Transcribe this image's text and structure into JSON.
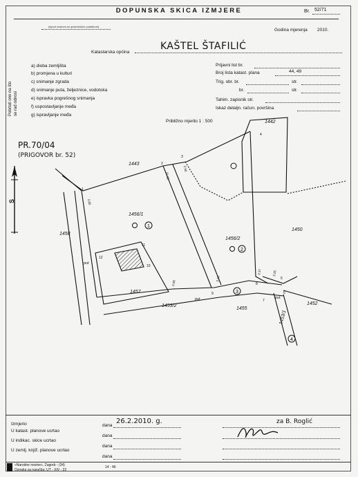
{
  "header": {
    "title": "DOPUNSKA SKICA IZMJERE",
    "br_label": "Br.",
    "br_value": "52/71",
    "caption": "(ispod naslova se gotovinskim podatkom)",
    "godina_label": "Godina mjerenja",
    "godina_value": "2010.",
    "katastarska_label": "Katastarska općina",
    "katastarska_value": "KAŠTEL ŠTAFILIĆ"
  },
  "sidebar_vertical": [
    "Pobrtati ono na što",
    "se rad odnosi"
  ],
  "purposes": [
    "a) dioba zemljišta",
    "b) promjena u kulturi",
    "c) snimanje zgrada",
    "d) snimanje puta, željeznice, vodotoka",
    "e) ispravka pogrešnog snimanja",
    "f) uspostavljanje međa",
    "g) ispravljanje međa"
  ],
  "right_fields": {
    "prijavni_label": "Prijavni list br.",
    "broj_lista_label": "Broj lista katast. plana",
    "broj_lista_value": "44, 49",
    "trig_label": "Trig. obr. br.",
    "str_label": "str.",
    "br_label": "br.",
    "tahim_label": "Tahim. zapisnik str.",
    "iskaz_label": "Iskaz detaljn. račun. površina"
  },
  "scale": "Približno mjerilo 1 : 500",
  "case": {
    "ref": "PR.70/04",
    "sub": "(PRIGOVOR br. 52)"
  },
  "north_label": "S",
  "parcels": {
    "p1442": "1442",
    "p1443": "1443",
    "p1458": "1458",
    "p1456_1": "1456/1",
    "p1456_2": "1456/2",
    "p1450": "1450",
    "p1457": "1457",
    "p1453_2": "1453/2",
    "p1455": "1455",
    "p1452": "1452",
    "p1453_1": "1453/1"
  },
  "circles": [
    "1",
    "2",
    "3",
    "4"
  ],
  "road_labels": [
    "put",
    "put",
    "put"
  ],
  "points": [
    "1",
    "2",
    "3",
    "4",
    "5",
    "6",
    "7",
    "8",
    "9",
    "10",
    "11",
    "12"
  ],
  "measurements": [
    "3.85",
    "21.15",
    "2.90",
    "0.90",
    "3.13",
    "3.37",
    "3.25"
  ],
  "footer": {
    "izmjerio_label": "Izmjerio",
    "dana_label": "dana",
    "izmjerio_date": "26.2.2010. g.",
    "za_label": "za B. Roglić",
    "rows": [
      "U katast. planove ucrtao",
      "U indikac. skice ucrtao",
      "U zemlj. knjiž. planove ucrtao"
    ],
    "publisher": "»Narodne novine«, Zagreb - (34)",
    "form_code": "Oznaka za naručbu: UT - XIV - 22",
    "form_number": "14 - 46"
  }
}
